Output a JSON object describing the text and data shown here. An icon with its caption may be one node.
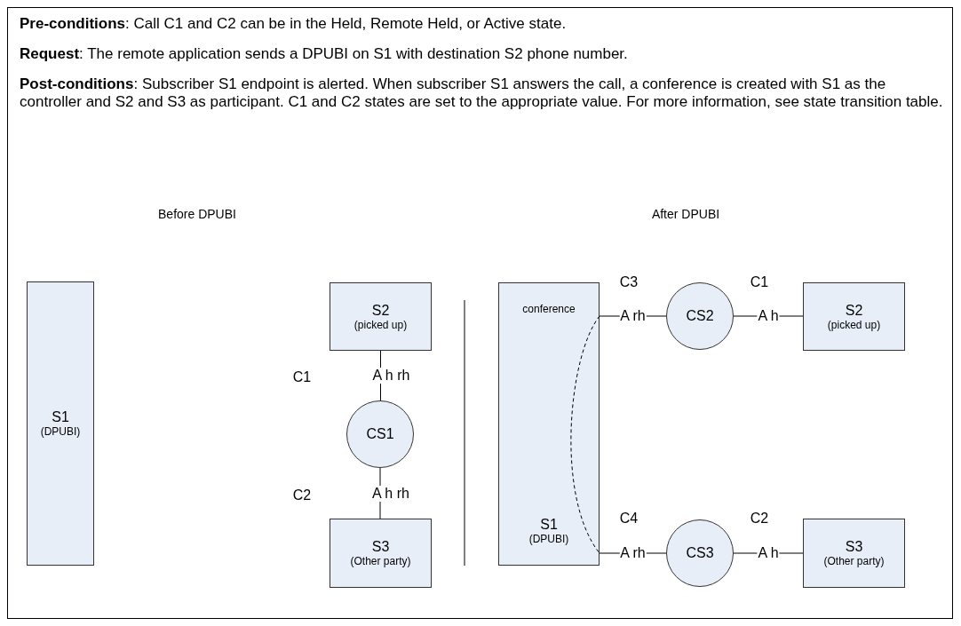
{
  "diagram": {
    "nodes": [
      {
        "text": [
          "S1",
          "(DPUBI)"
        ]
      },
      {
        "text": [
          "S2",
          "(picked up)"
        ]
      },
      {
        "text": [
          "CS1"
        ]
      },
      {
        "text": [
          "S3",
          "(Other party)"
        ]
      },
      {
        "text": [
          "conference",
          "S1",
          "(DPUBI)"
        ]
      },
      {
        "text": [
          "CS2"
        ]
      },
      {
        "text": [
          "S2",
          "(picked up)"
        ]
      },
      {
        "text": [
          "CS3"
        ]
      },
      {
        "text": [
          "S3",
          "(Other party)"
        ]
      }
    ],
    "edges": [
      {
        "from": 1,
        "to": 2,
        "arrow": "none",
        "label": "A h rh"
      },
      {
        "from": 2,
        "to": 3,
        "arrow": "none",
        "label": "A h rh"
      },
      {
        "from": 4,
        "to": 5,
        "arrow": "none",
        "label": "A rh"
      },
      {
        "from": 5,
        "to": 6,
        "arrow": "none",
        "label": "A h"
      },
      {
        "from": 4,
        "to": 7,
        "arrow": "none",
        "label": "A rh"
      },
      {
        "from": 7,
        "to": 8,
        "arrow": "none",
        "label": "A h"
      }
    ],
    "labels": [
      "**Pre-conditions**:  Call C1 and C2 can be in the Held, Remote Held, or Active state.",
      "**Request**:  The remote application sends a DPUBI on S1 with destination S2 phone number.",
      "**Post-conditions**:  Subscriber S1 endpoint is alerted.  When subscriber S1 answers the call, a conference is created with S1 as the controller and S2 and S3 as participant.  C1 and C2 states are set to the appropriate value.  For more information, see state transition table.",
      "Before DPUBI",
      "After DPUBI",
      "C1",
      "C2",
      "C3",
      "C1",
      "C4",
      "C2"
    ]
  }
}
